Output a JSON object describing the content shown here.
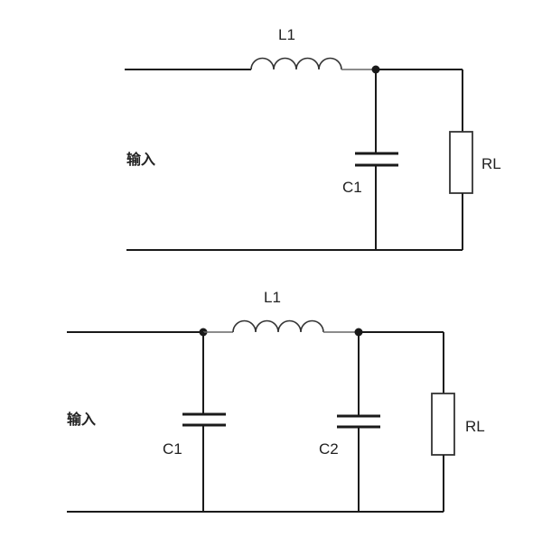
{
  "circuit_top": {
    "input_label": "输入",
    "inductor_label": "L1",
    "capacitor_label": "C1",
    "load_label": "RL"
  },
  "circuit_bottom": {
    "input_label": "输入",
    "inductor_label": "L1",
    "capacitor1_label": "C1",
    "capacitor2_label": "C2",
    "load_label": "RL"
  }
}
